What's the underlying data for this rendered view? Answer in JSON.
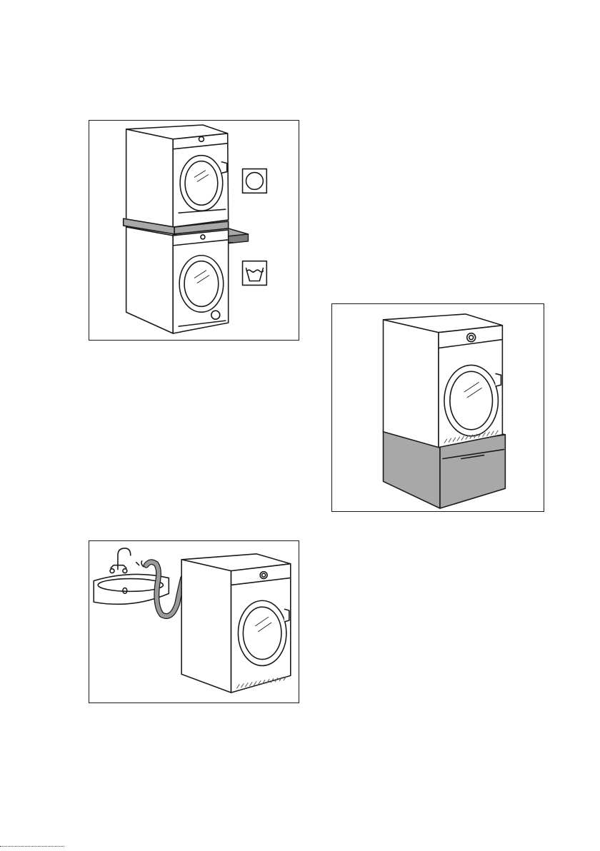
{
  "page": {
    "background": "#ffffff"
  },
  "figures": [
    {
      "id": "stacking-kit",
      "icons": [
        "tumble-dryer-symbol-icon",
        "washing-machine-symbol-icon"
      ]
    },
    {
      "id": "pedestal"
    },
    {
      "id": "sink-drain-hose"
    }
  ],
  "colors": {
    "line": "#1a1a1a",
    "kit_grey": "#a8a8a8",
    "pedestal_grey": "#a8a8a8"
  }
}
